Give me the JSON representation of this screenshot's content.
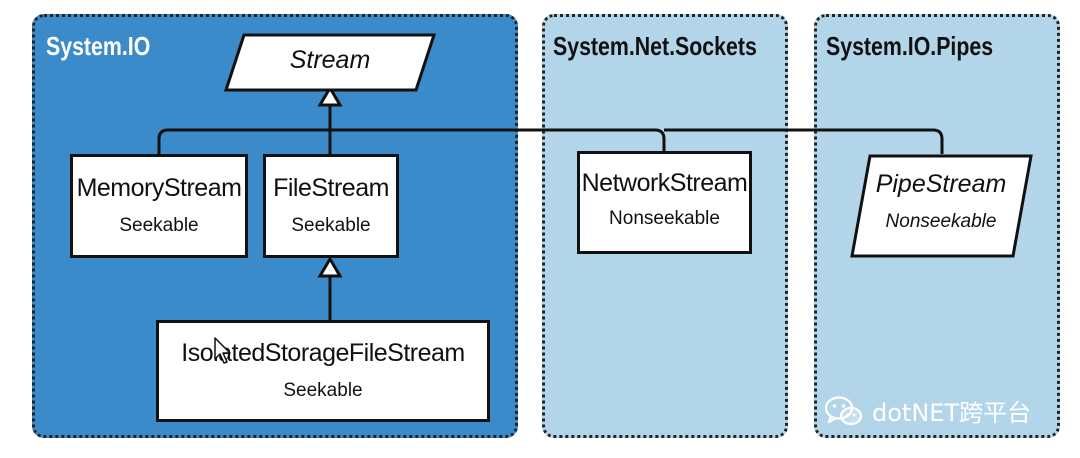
{
  "namespaces": {
    "system_io": "System.IO",
    "system_net_sockets": "System.Net.Sockets",
    "system_io_pipes": "System.IO.Pipes"
  },
  "classes": {
    "stream": {
      "name": "Stream",
      "abstract": true
    },
    "memory_stream": {
      "name": "MemoryStream",
      "note": "Seekable"
    },
    "file_stream": {
      "name": "FileStream",
      "note": "Seekable"
    },
    "isolated_storage_file_stream": {
      "name": "IsolatedStorageFileStream",
      "note": "Seekable"
    },
    "network_stream": {
      "name": "NetworkStream",
      "note": "Nonseekable"
    },
    "pipe_stream": {
      "name": "PipeStream",
      "note": "Nonseekable",
      "abstract": true
    }
  },
  "relationships": [
    {
      "from": "MemoryStream",
      "to": "Stream",
      "type": "inherits"
    },
    {
      "from": "FileStream",
      "to": "Stream",
      "type": "inherits"
    },
    {
      "from": "NetworkStream",
      "to": "Stream",
      "type": "inherits"
    },
    {
      "from": "PipeStream",
      "to": "Stream",
      "type": "inherits"
    },
    {
      "from": "IsolatedStorageFileStream",
      "to": "FileStream",
      "type": "inherits"
    }
  ],
  "watermark": {
    "text": "dotNET跨平台",
    "icon": "wechat-icon"
  },
  "colors": {
    "io_panel": "#3b8bcb",
    "other_panels": "#b3d5ea",
    "box_fill": "#ffffff",
    "stroke": "#111111"
  }
}
